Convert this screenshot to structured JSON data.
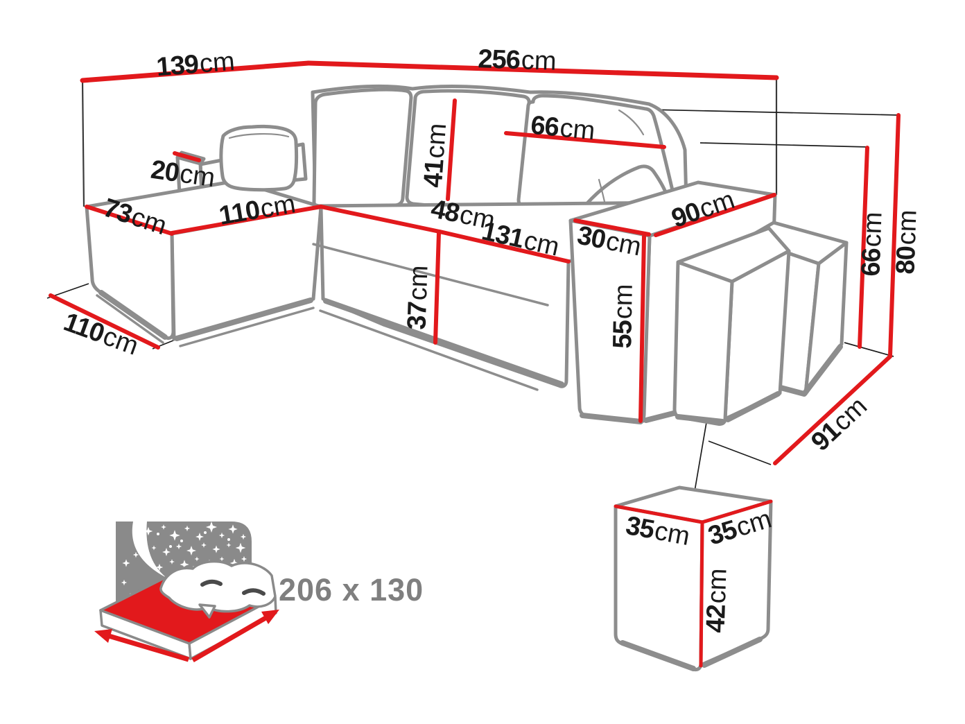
{
  "colors": {
    "dimension_red": "#e2191c",
    "outline_gray": "#8d8d8d",
    "label_black": "#1a1a1a",
    "icon_gray": "#8a8a8a",
    "bed_text_gray": "#7f7f7f"
  },
  "dims": {
    "back_left": {
      "v": "139",
      "u": "cm"
    },
    "back_total": {
      "v": "256",
      "u": "cm"
    },
    "left_armrest": {
      "v": "20",
      "u": "cm"
    },
    "chaise_front": {
      "v": "73",
      "u": "cm"
    },
    "chaise_length": {
      "v": "110",
      "u": "cm"
    },
    "cushion_height": {
      "v": "41",
      "u": "cm"
    },
    "pillow_width": {
      "v": "66",
      "u": "cm"
    },
    "corner_seat": {
      "v": "48",
      "u": "cm"
    },
    "seat_front": {
      "v": "131",
      "u": "cm"
    },
    "armrest_top": {
      "v": "30",
      "u": "cm"
    },
    "seat_height": {
      "v": "37",
      "u": "cm"
    },
    "armrest_front_height": {
      "v": "55",
      "u": "cm"
    },
    "armrest_length": {
      "v": "90",
      "u": "cm"
    },
    "chaise_depth": {
      "v": "110",
      "u": "cm"
    },
    "back_height": {
      "v": "66",
      "u": "cm"
    },
    "total_height": {
      "v": "80",
      "u": "cm"
    },
    "total_depth": {
      "v": "91",
      "u": "cm"
    },
    "pouf_width": {
      "v": "35",
      "u": "cm"
    },
    "pouf_depth": {
      "v": "35",
      "u": "cm"
    },
    "pouf_height": {
      "v": "42",
      "u": "cm"
    }
  },
  "sleeping_area": {
    "size": "206 x 130"
  }
}
